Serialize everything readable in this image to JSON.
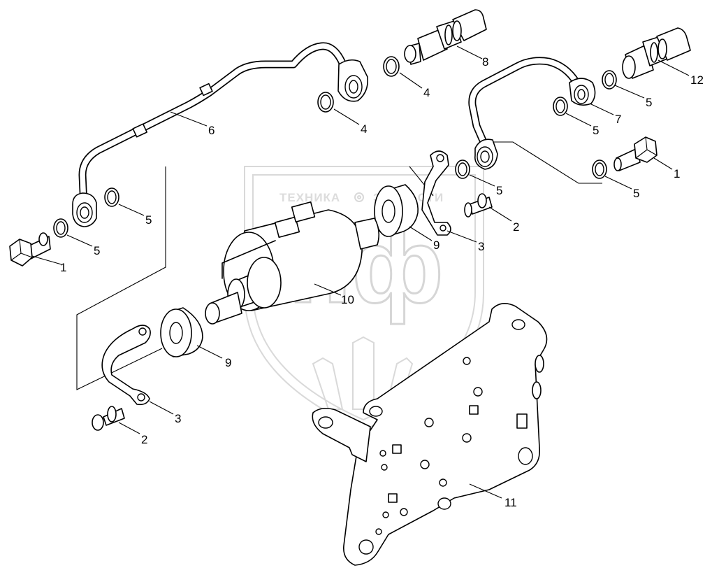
{
  "watermark": {
    "name_left": "ТЕХНИКА",
    "name_right": "ЗАПЧАСТИ",
    "logo": "эпф",
    "gear_icon": "gear-icon",
    "shield_icon": "shield-icon"
  },
  "callouts": [
    {
      "id": "c1a",
      "label": "1"
    },
    {
      "id": "c1b",
      "label": "1"
    },
    {
      "id": "c2a",
      "label": "2"
    },
    {
      "id": "c2b",
      "label": "2"
    },
    {
      "id": "c3a",
      "label": "3"
    },
    {
      "id": "c3b",
      "label": "3"
    },
    {
      "id": "c4a",
      "label": "4"
    },
    {
      "id": "c4b",
      "label": "4"
    },
    {
      "id": "c5a",
      "label": "5"
    },
    {
      "id": "c5b",
      "label": "5"
    },
    {
      "id": "c5c",
      "label": "5"
    },
    {
      "id": "c5d",
      "label": "5"
    },
    {
      "id": "c5e",
      "label": "5"
    },
    {
      "id": "c5f",
      "label": "5"
    },
    {
      "id": "c5g",
      "label": "5"
    },
    {
      "id": "c6",
      "label": "6"
    },
    {
      "id": "c7",
      "label": "7"
    },
    {
      "id": "c8",
      "label": "8"
    },
    {
      "id": "c9a",
      "label": "9"
    },
    {
      "id": "c9b",
      "label": "9"
    },
    {
      "id": "c10",
      "label": "10"
    },
    {
      "id": "c11",
      "label": "11"
    },
    {
      "id": "c12",
      "label": "12"
    }
  ]
}
